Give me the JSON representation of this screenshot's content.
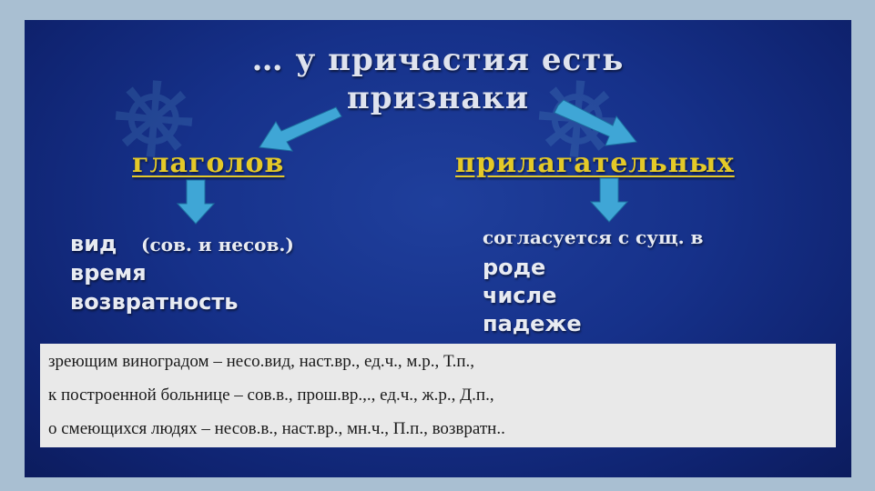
{
  "title": {
    "line1": "… у причастия есть",
    "line2": "признаки"
  },
  "left": {
    "heading": "глаголов",
    "items": [
      "вид",
      "(сов. и несов.)",
      "время",
      "возвратность"
    ]
  },
  "right": {
    "heading": "прилагательных",
    "items": [
      "согласуется с сущ. в",
      "роде",
      "числе",
      "падеже"
    ]
  },
  "examples": [
    "зреющим виноградом – несо.вид, наст.вр., ед.ч., м.р., Т.п.,",
    "к построенной больнице – сов.в., прош.вр.,., ед.ч., ж.р., Д.п.,",
    "о смеющихся людях – несов.в., наст.вр., мн.ч., П.п., возвратн.."
  ],
  "colors": {
    "background": "#16318a",
    "heading": "#e4c928",
    "arrow": "#3fa6d6",
    "text": "#e8ebf2",
    "example_bg": "#e9e9e9"
  }
}
